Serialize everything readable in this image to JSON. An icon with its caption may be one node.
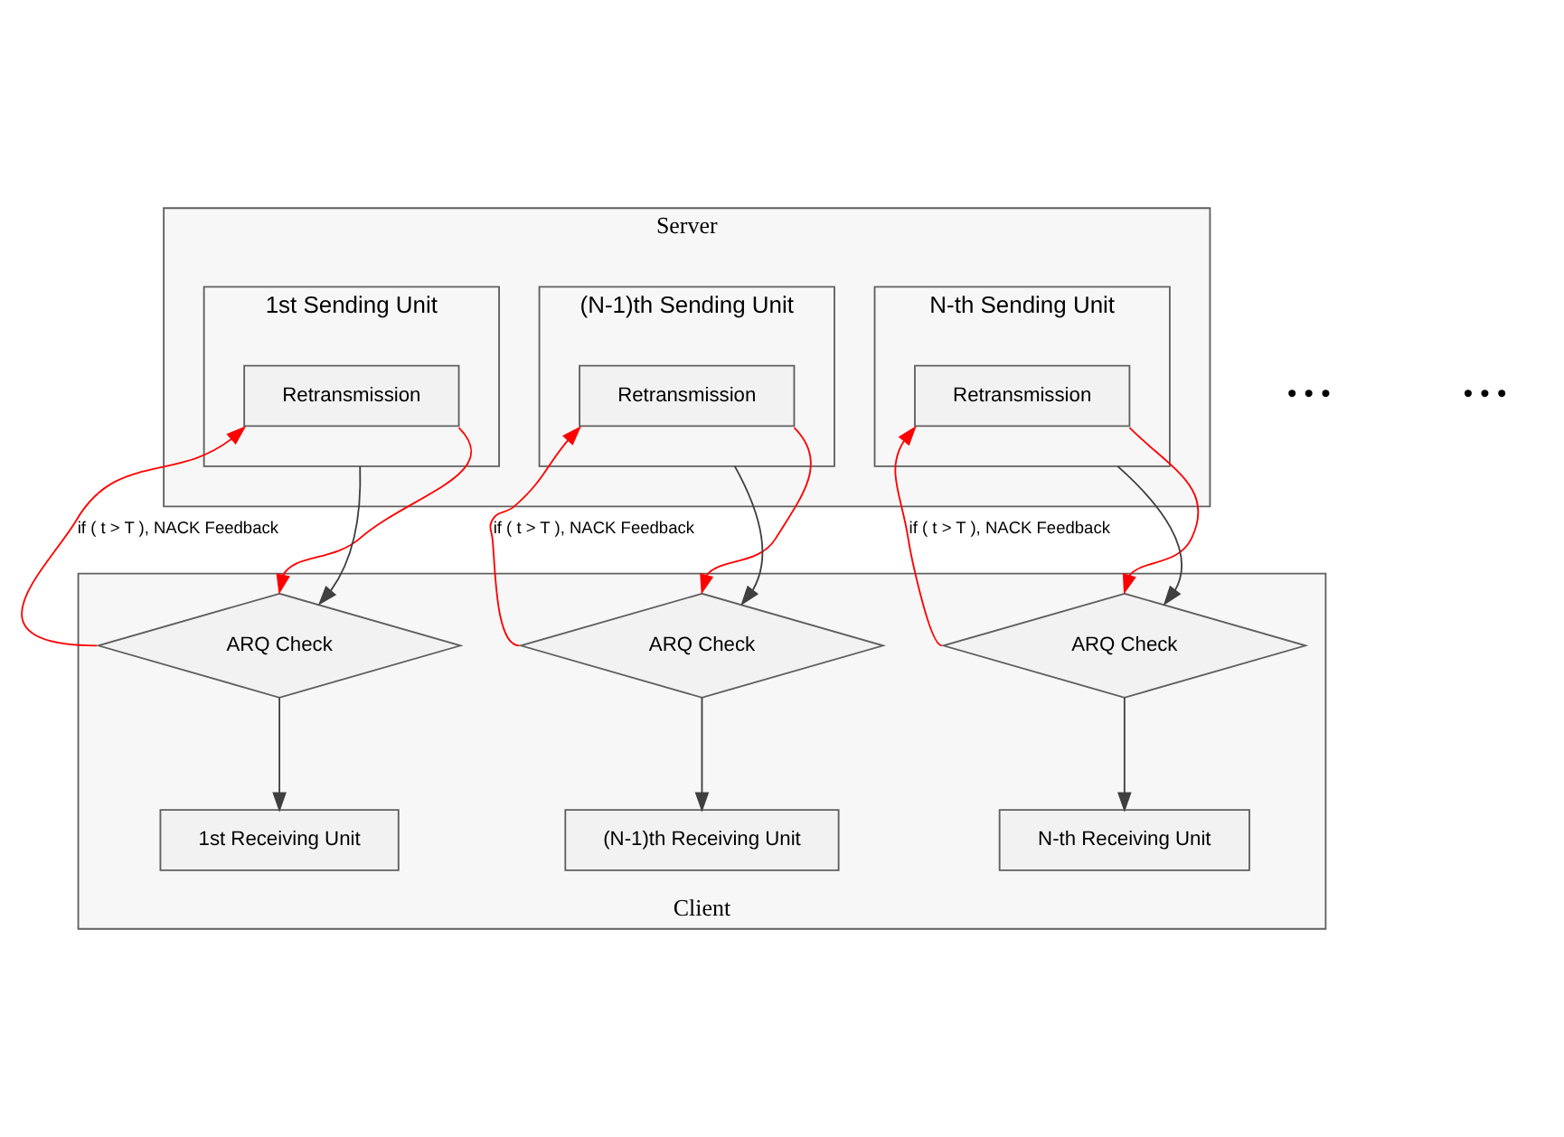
{
  "diagram": {
    "nodes": [
      {
        "text": [
          "Server"
        ]
      },
      {
        "text": [
          "1st Sending Unit"
        ],
        "in": 0
      },
      {
        "text": [
          "Retransmission"
        ],
        "in": 1
      },
      {
        "text": [
          "(N-1)th Sending Unit"
        ],
        "in": 0
      },
      {
        "text": [
          "Retransmission"
        ],
        "in": 3
      },
      {
        "text": [
          "N-th Sending Unit"
        ],
        "in": 0
      },
      {
        "text": [
          "Retransmission"
        ],
        "in": 5
      },
      {
        "text": [
          "Client"
        ]
      },
      {
        "text": [
          "ARQ Check"
        ],
        "in": 7
      },
      {
        "text": [
          "ARQ Check"
        ],
        "in": 7
      },
      {
        "text": [
          "ARQ Check"
        ],
        "in": 7
      },
      {
        "text": [
          "1st Receiving Unit"
        ],
        "in": 7
      },
      {
        "text": [
          "(N-1)th Receiving Unit"
        ],
        "in": 7
      },
      {
        "text": [
          "N-th Receiving Unit"
        ],
        "in": 7
      }
    ],
    "edges": [
      {
        "from": 2,
        "to": 8,
        "arrow": "to",
        "color": "#ff0000"
      },
      {
        "from": 8,
        "to": 2,
        "arrow": "to",
        "label": "if ( t > T ), NACK Feedback",
        "color": "#ff0000"
      },
      {
        "from": 1,
        "to": 8,
        "arrow": "to",
        "color": "#404040"
      },
      {
        "from": 8,
        "to": 11,
        "arrow": "to",
        "color": "#404040"
      },
      {
        "from": 4,
        "to": 9,
        "arrow": "to",
        "color": "#ff0000"
      },
      {
        "from": 9,
        "to": 4,
        "arrow": "to",
        "label": "if ( t > T ), NACK Feedback",
        "color": "#ff0000"
      },
      {
        "from": 3,
        "to": 9,
        "arrow": "to",
        "color": "#404040"
      },
      {
        "from": 9,
        "to": 12,
        "arrow": "to",
        "color": "#404040"
      },
      {
        "from": 6,
        "to": 10,
        "arrow": "to",
        "color": "#ff0000"
      },
      {
        "from": 10,
        "to": 6,
        "arrow": "to",
        "label": "if ( t > T ), NACK Feedback",
        "color": "#ff0000"
      },
      {
        "from": 5,
        "to": 10,
        "arrow": "to",
        "color": "#404040"
      },
      {
        "from": 10,
        "to": 13,
        "arrow": "to",
        "color": "#404040"
      }
    ],
    "labels": [
      "• • •",
      "• • •"
    ]
  }
}
